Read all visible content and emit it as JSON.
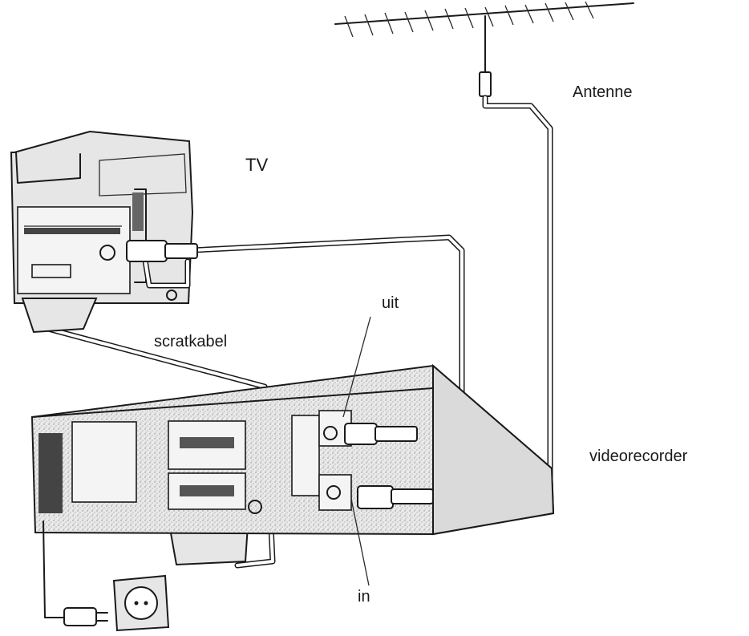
{
  "labels": {
    "antenna": "Antenne",
    "tv": "TV",
    "out": "uit",
    "scart_cable": "scratkabel",
    "vcr": "videorecorder",
    "in": "in"
  },
  "icons": {
    "antenna": "antenna-icon",
    "tv": "tv-set-icon",
    "vcr": "videorecorder-icon",
    "wall_socket": "wall-socket-icon",
    "power_plug": "power-plug-icon"
  }
}
